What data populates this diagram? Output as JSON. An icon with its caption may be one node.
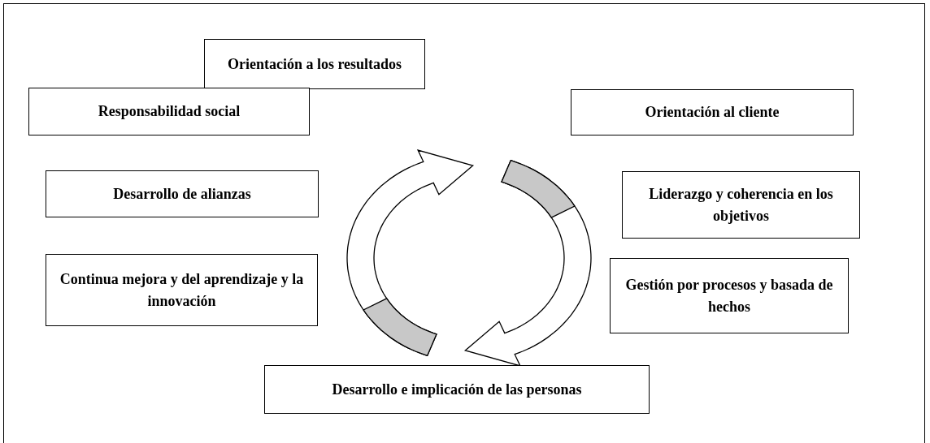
{
  "diagram": {
    "nodes": [
      {
        "text": [
          "Orientación a los resultados"
        ]
      },
      {
        "text": [
          "Responsabilidad social"
        ]
      },
      {
        "text": [
          "Orientación al cliente"
        ]
      },
      {
        "text": [
          "Liderazgo y coherencia en los objetivos"
        ]
      },
      {
        "text": [
          "Desarrollo de alianzas"
        ]
      },
      {
        "text": [
          "Continua mejora y del aprendizaje y la innovación"
        ]
      },
      {
        "text": [
          "Gestión por procesos y basada de hechos"
        ]
      },
      {
        "text": [
          "Desarrollo e implicación de las personas"
        ]
      }
    ]
  }
}
